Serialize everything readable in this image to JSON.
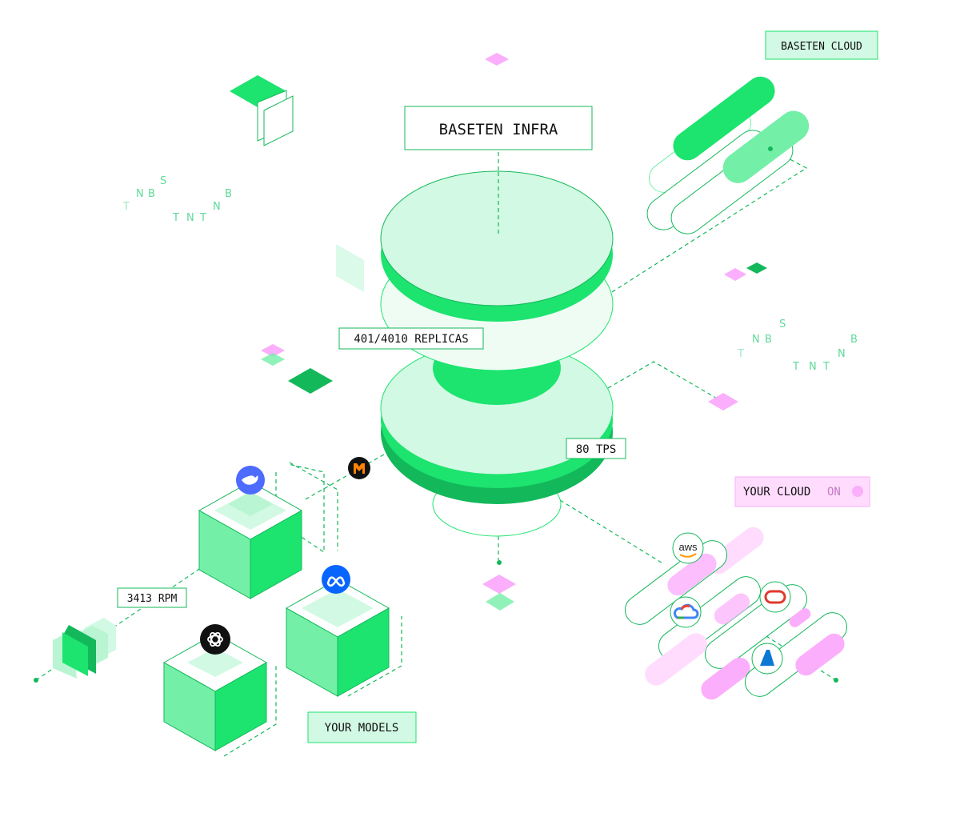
{
  "labels": {
    "baseten_infra": "BASETEN INFRA",
    "baseten_cloud": "BASETEN CLOUD",
    "replicas": "401/4010 REPLICAS",
    "tps": "80 TPS",
    "rpm": "3413 RPM",
    "your_models": "YOUR MODELS",
    "your_cloud": "YOUR CLOUD",
    "your_cloud_status": "ON"
  },
  "scatter_letters_left": [
    "S",
    "N",
    "B",
    "B",
    "T",
    "N",
    "T",
    "N",
    "T"
  ],
  "scatter_letters_right": [
    "S",
    "N",
    "B",
    "B",
    "T",
    "N",
    "T",
    "N",
    "T"
  ],
  "cloud_logos": {
    "aws": "aws"
  },
  "icons": [
    "deepseek-icon",
    "mistral-icon",
    "meta-icon",
    "openai-icon",
    "aws-icon",
    "google-cloud-icon",
    "oracle-icon",
    "azure-icon"
  ],
  "colors": {
    "green": "#1ce46f",
    "light_green": "#d2f9e3",
    "mid_green": "#74efa8",
    "dark_green": "#13b85a",
    "pink": "#fbaefc",
    "pink_light": "#ffdcfd"
  }
}
